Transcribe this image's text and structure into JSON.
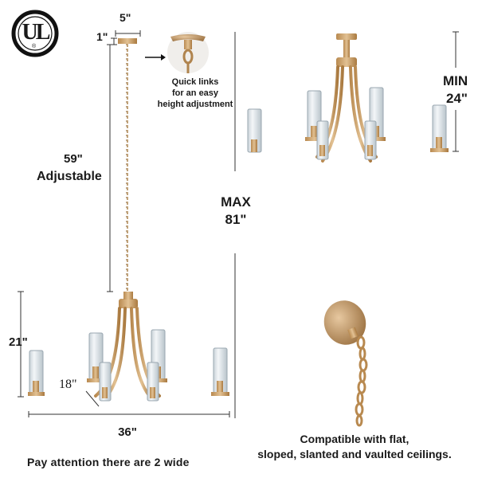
{
  "badge": {
    "mark": "UL",
    "registered": "®"
  },
  "dims": {
    "canopy_width": "5\"",
    "canopy_height": "1\"",
    "chain_length": "59\"",
    "chain_note": "Adjustable",
    "max_label": "MAX",
    "max_value": "81\"",
    "min_label": "MIN",
    "min_value": "24\"",
    "body_height": "21\"",
    "arm_depth": "18\"",
    "width": "36\""
  },
  "callouts": {
    "quick_links": [
      "Quick links",
      "for an easy",
      "height adjustment"
    ],
    "compatible": [
      "Compatible with flat,",
      "sloped, slanted and vaulted ceilings."
    ]
  },
  "footer": {
    "note": "Pay attention there are 2 wide"
  },
  "colors": {
    "gold": "#c9a06b",
    "gold_dark": "#a27b48",
    "glass": "#dfe6ea",
    "line": "#333333"
  }
}
